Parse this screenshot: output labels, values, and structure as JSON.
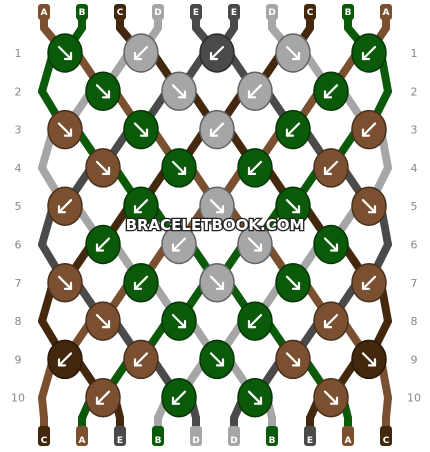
{
  "pattern": {
    "watermark": "BRACELETBOOK.COM",
    "colors": {
      "A": "#7a5030",
      "B": "#0a5a0a",
      "C": "#43280e",
      "D": "#a6a6a6",
      "E": "#4a4a4a"
    },
    "top_strands": [
      "A",
      "B",
      "C",
      "D",
      "E",
      "E",
      "D",
      "C",
      "B",
      "A"
    ],
    "bottom_strands": [
      "C",
      "A",
      "E",
      "B",
      "D",
      "D",
      "B",
      "E",
      "A",
      "C"
    ],
    "row_labels": [
      "1",
      "2",
      "3",
      "4",
      "5",
      "6",
      "7",
      "8",
      "9",
      "10"
    ],
    "rows": [
      [
        {
          "color": "B",
          "arrow": "se"
        },
        {
          "color": "D",
          "arrow": "sw"
        },
        {
          "color": "E",
          "arrow": "sw"
        },
        {
          "color": "D",
          "arrow": "se"
        },
        {
          "color": "B",
          "arrow": "sw"
        }
      ],
      [
        {
          "color": "B",
          "arrow": "se"
        },
        {
          "color": "D",
          "arrow": "se"
        },
        {
          "color": "D",
          "arrow": "sw"
        },
        {
          "color": "B",
          "arrow": "sw"
        }
      ],
      [
        {
          "color": "A",
          "arrow": "se"
        },
        {
          "color": "B",
          "arrow": "se"
        },
        {
          "color": "D",
          "arrow": "sw"
        },
        {
          "color": "B",
          "arrow": "sw"
        },
        {
          "color": "A",
          "arrow": "sw"
        }
      ],
      [
        {
          "color": "A",
          "arrow": "se"
        },
        {
          "color": "B",
          "arrow": "se"
        },
        {
          "color": "B",
          "arrow": "sw"
        },
        {
          "color": "A",
          "arrow": "sw"
        }
      ],
      [
        {
          "color": "A",
          "arrow": "sw"
        },
        {
          "color": "B",
          "arrow": "sw"
        },
        {
          "color": "D",
          "arrow": "se"
        },
        {
          "color": "B",
          "arrow": "se"
        },
        {
          "color": "A",
          "arrow": "se"
        }
      ],
      [
        {
          "color": "B",
          "arrow": "sw"
        },
        {
          "color": "D",
          "arrow": "sw"
        },
        {
          "color": "D",
          "arrow": "se"
        },
        {
          "color": "B",
          "arrow": "se"
        }
      ],
      [
        {
          "color": "A",
          "arrow": "se"
        },
        {
          "color": "B",
          "arrow": "sw"
        },
        {
          "color": "D",
          "arrow": "se"
        },
        {
          "color": "B",
          "arrow": "se"
        },
        {
          "color": "A",
          "arrow": "sw"
        }
      ],
      [
        {
          "color": "A",
          "arrow": "se"
        },
        {
          "color": "B",
          "arrow": "se"
        },
        {
          "color": "B",
          "arrow": "sw"
        },
        {
          "color": "A",
          "arrow": "sw"
        }
      ],
      [
        {
          "color": "C",
          "arrow": "sw"
        },
        {
          "color": "A",
          "arrow": "sw"
        },
        {
          "color": "B",
          "arrow": "se"
        },
        {
          "color": "A",
          "arrow": "se"
        },
        {
          "color": "C",
          "arrow": "se"
        }
      ],
      [
        {
          "color": "A",
          "arrow": "sw"
        },
        {
          "color": "B",
          "arrow": "sw"
        },
        {
          "color": "B",
          "arrow": "se"
        },
        {
          "color": "A",
          "arrow": "se"
        }
      ]
    ]
  }
}
